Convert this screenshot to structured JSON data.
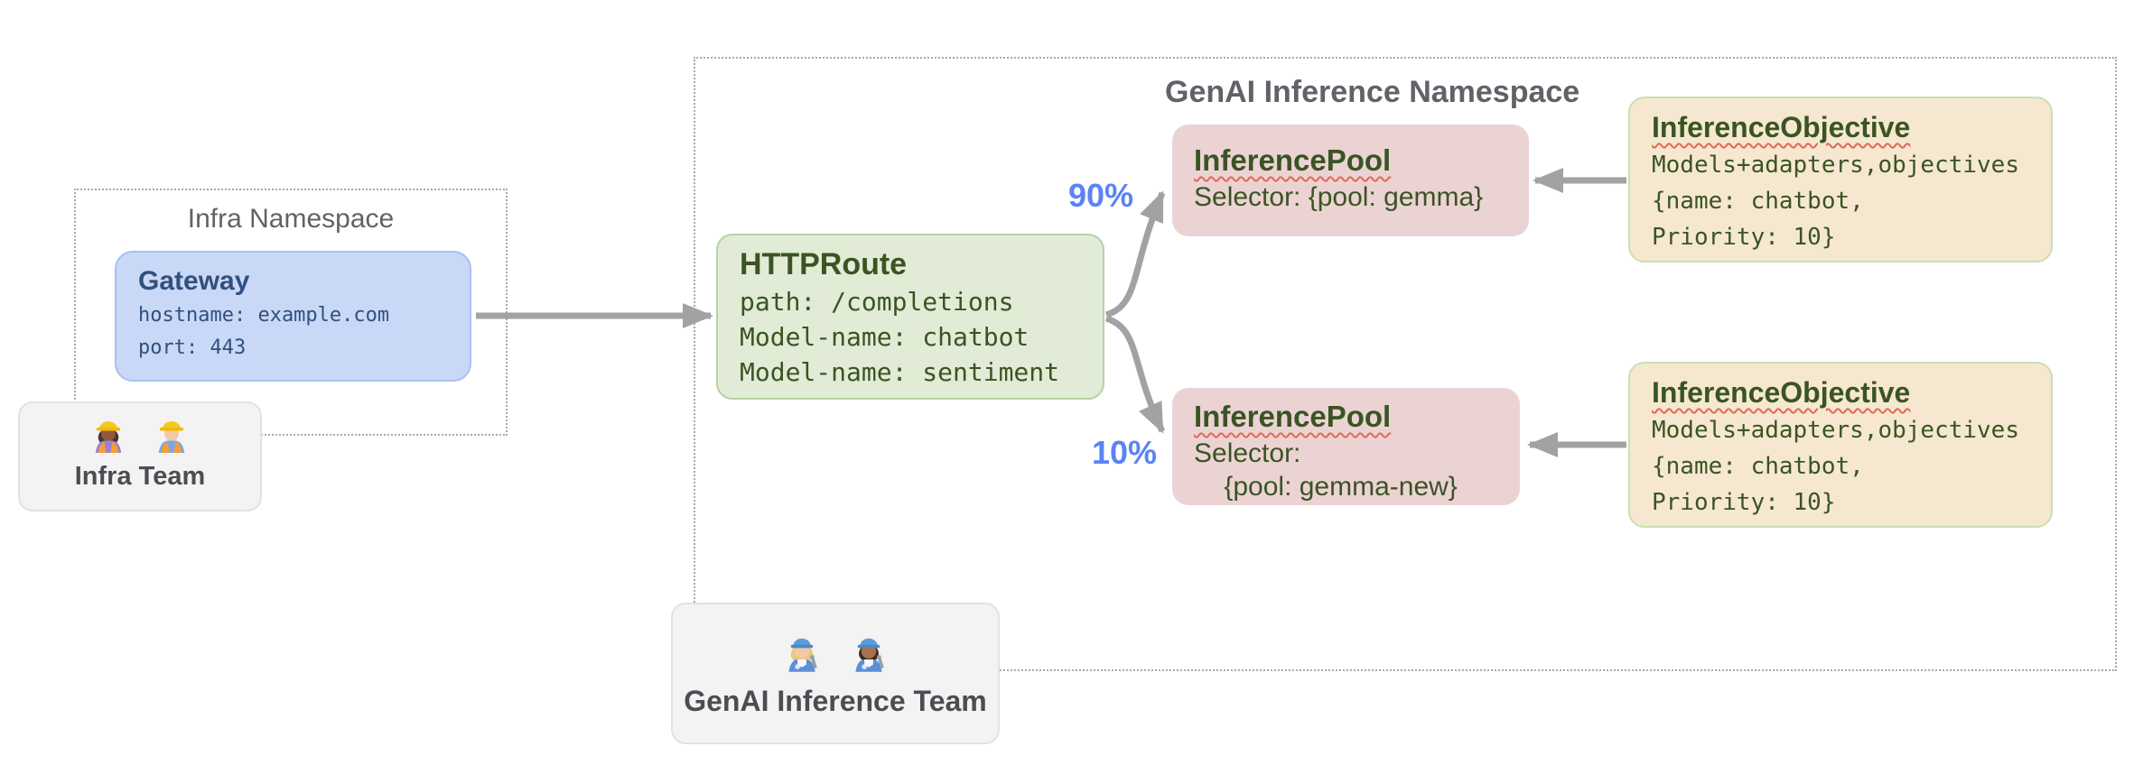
{
  "infra_namespace": {
    "title": "Infra Namespace",
    "gateway": {
      "title": "Gateway",
      "line1": "hostname: example.com",
      "line2": "port: 443"
    }
  },
  "genai_namespace": {
    "title": "GenAI Inference Namespace",
    "httproute": {
      "title": "HTTPRoute",
      "line1": "path: /completions",
      "line2": "Model-name: chatbot",
      "line3": "Model-name: sentiment"
    },
    "traffic": {
      "top_percent": "90%",
      "bottom_percent": "10%"
    },
    "pool_top": {
      "title": "InferencePool",
      "line1": "Selector: {pool: gemma}"
    },
    "pool_bottom": {
      "title": "InferencePool",
      "line1": "Selector:",
      "line2": "    {pool: gemma-new}"
    },
    "objective_top": {
      "title": "InferenceObjective",
      "line1": "Models+adapters,objectives",
      "line2": "{name: chatbot,",
      "line3": "Priority: 10}"
    },
    "objective_bottom": {
      "title": "InferenceObjective",
      "line1": "Models+adapters,objectives",
      "line2": "{name: chatbot,",
      "line3": "Priority: 10}"
    }
  },
  "teams": {
    "infra": {
      "label": "Infra Team",
      "icons": [
        "woman-construction-worker",
        "man-construction-worker"
      ]
    },
    "genai": {
      "label": "GenAI Inference Team",
      "icons": [
        "woman-mechanic",
        "man-mechanic"
      ]
    }
  },
  "colors": {
    "gateway_fill": "#c9d8f7",
    "gateway_border": "#a7c0f0",
    "gateway_text": "#31507e",
    "httproute_fill": "#e1ebd6",
    "httproute_border": "#b7d1a5",
    "green_text": "#3a5423",
    "pool_fill": "#ecd3d3",
    "objective_fill": "#f6e8d0",
    "objective_border": "#c9dfb3",
    "team_fill": "#f3f3f4",
    "team_border": "#e2e2e3",
    "team_text": "#4a4d52",
    "namespace_border": "#a8a8a8",
    "namespace_text": "#5f6368",
    "arrow": "#a2a2a2",
    "percent_blue": "#5b83f5",
    "squiggle_red": "#e0695a"
  }
}
